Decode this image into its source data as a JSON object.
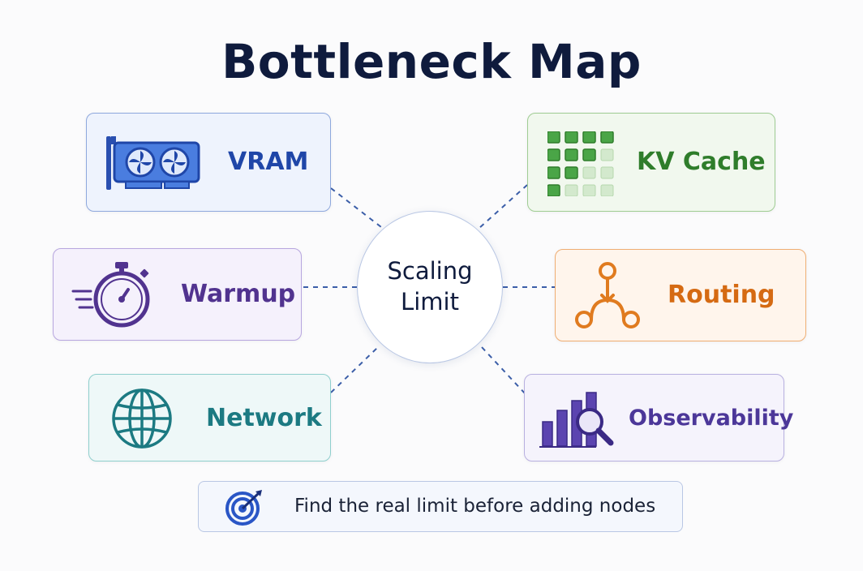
{
  "title": "Bottleneck Map",
  "center": {
    "line1": "Scaling",
    "line2": "Limit"
  },
  "nodes": {
    "vram": {
      "label": "VRAM",
      "icon": "gpu-card-icon",
      "color": "#1f46a8"
    },
    "kv_cache": {
      "label": "KV Cache",
      "icon": "grid-blocks-icon",
      "color": "#2f7d2b"
    },
    "warmup": {
      "label": "Warmup",
      "icon": "stopwatch-icon",
      "color": "#51338f"
    },
    "routing": {
      "label": "Routing",
      "icon": "routing-branch-icon",
      "color": "#d56a12"
    },
    "network": {
      "label": "Network",
      "icon": "globe-icon",
      "color": "#1c7a82"
    },
    "observability": {
      "label": "Observability",
      "icon": "chart-magnifier-icon",
      "color": "#4c3799"
    }
  },
  "footer": {
    "text": "Find the real limit before adding nodes",
    "icon": "target-icon"
  },
  "connector_color": "#3b5ea8"
}
